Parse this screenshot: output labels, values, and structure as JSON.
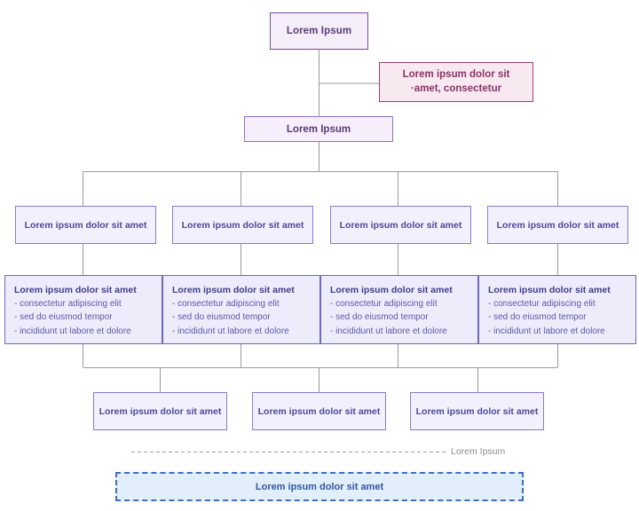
{
  "diagram": {
    "title_node": {
      "label": "Lorem Ipsum"
    },
    "side_note": {
      "line1": "Lorem ipsum dolor sit",
      "line2": "·amet, consectetur"
    },
    "second_level": {
      "label": "Lorem Ipsum"
    },
    "branches": [
      {
        "label": "Lorem ipsum dolor sit amet"
      },
      {
        "label": "Lorem ipsum dolor sit amet"
      },
      {
        "label": "Lorem ipsum dolor sit amet"
      },
      {
        "label": "Lorem ipsum dolor sit amet"
      }
    ],
    "details": [
      {
        "title": "Lorem ipsum dolor sit amet",
        "items": [
          "- consectetur adipiscing elit",
          "- sed do eiusmod tempor",
          "- incididunt ut labore et dolore"
        ]
      },
      {
        "title": "Lorem ipsum dolor sit amet",
        "items": [
          "- consectetur adipiscing elit",
          "- sed do eiusmod tempor",
          "- incididunt ut labore et dolore"
        ]
      },
      {
        "title": "Lorem ipsum dolor sit amet",
        "items": [
          "- consectetur adipiscing elit",
          "- sed do eiusmod tempor",
          "- incididunt ut labore et dolore"
        ]
      },
      {
        "title": "Lorem ipsum dolor sit amet",
        "items": [
          "- consectetur adipiscing elit",
          "- sed do eiusmod tempor",
          "- incididunt ut labore et dolore"
        ]
      }
    ],
    "outcomes": [
      {
        "label": "Lorem ipsum dolor sit amet"
      },
      {
        "label": "Lorem ipsum dolor sit amet"
      },
      {
        "label": "Lorem ipsum dolor sit amet"
      }
    ],
    "separator": {
      "label": "Lorem Ipsum"
    },
    "footer_node": {
      "label": "Lorem ipsum dolor sit amet"
    },
    "colors": {
      "root_border": "#7d4f92",
      "root_fill": "#f6edfb",
      "note_border": "#9e3f72",
      "note_fill": "#f8e9f1",
      "sub_border": "#8f6fc4",
      "branch_border": "#8a7ad1",
      "branch_fill": "#f3f0fd",
      "detail_border": "#6f68bd",
      "detail_fill": "#eeecfb",
      "dashed_border": "#3f6fc4",
      "dashed_fill": "#e3eefb",
      "connector": "#9a9a9a",
      "separator": "#9e9e9e"
    }
  }
}
